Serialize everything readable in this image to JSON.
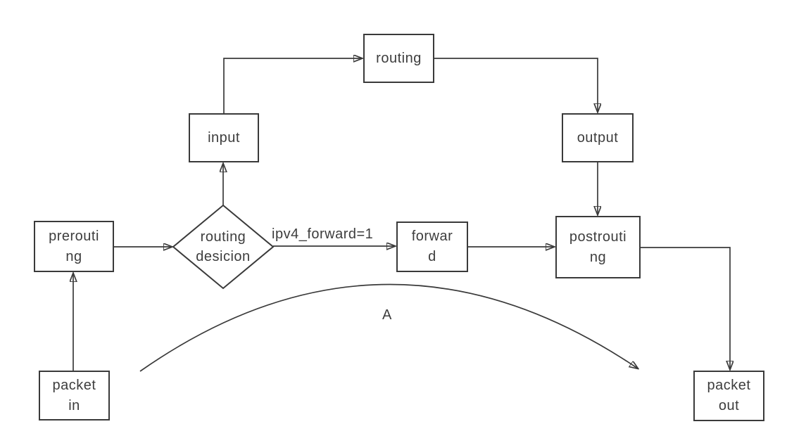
{
  "diagram": {
    "colors": {
      "stroke": "#3a3a3a",
      "text": "#3d3d3d",
      "background": "#ffffff"
    },
    "nodes": {
      "packet_in": {
        "label": "packet\nin",
        "shape": "rect"
      },
      "prerouting": {
        "label": "prerouti\nng",
        "shape": "rect"
      },
      "routing_decision": {
        "label": "routing\ndesicion",
        "shape": "diamond"
      },
      "input": {
        "label": "input",
        "shape": "rect"
      },
      "routing": {
        "label": "routing",
        "shape": "rect"
      },
      "output": {
        "label": "output",
        "shape": "rect"
      },
      "forward": {
        "label": "forwar\nd",
        "shape": "rect"
      },
      "postrouting": {
        "label": "postrouti\nng",
        "shape": "rect"
      },
      "packet_out": {
        "label": "packet\nout",
        "shape": "rect"
      }
    },
    "edge_labels": {
      "ipv4_forward": "ipv4_forward=1",
      "bypass_curve": "A"
    },
    "edges": [
      {
        "from": "packet_in",
        "to": "prerouting"
      },
      {
        "from": "prerouting",
        "to": "routing_decision"
      },
      {
        "from": "routing_decision",
        "to": "input"
      },
      {
        "from": "routing_decision",
        "to": "forward",
        "label": "ipv4_forward=1"
      },
      {
        "from": "input",
        "to": "routing"
      },
      {
        "from": "routing",
        "to": "output"
      },
      {
        "from": "output",
        "to": "postrouting"
      },
      {
        "from": "forward",
        "to": "postrouting"
      },
      {
        "from": "postrouting",
        "to": "packet_out"
      },
      {
        "from": "packet_in",
        "to": "postrouting",
        "label": "A",
        "style": "curve"
      }
    ]
  }
}
